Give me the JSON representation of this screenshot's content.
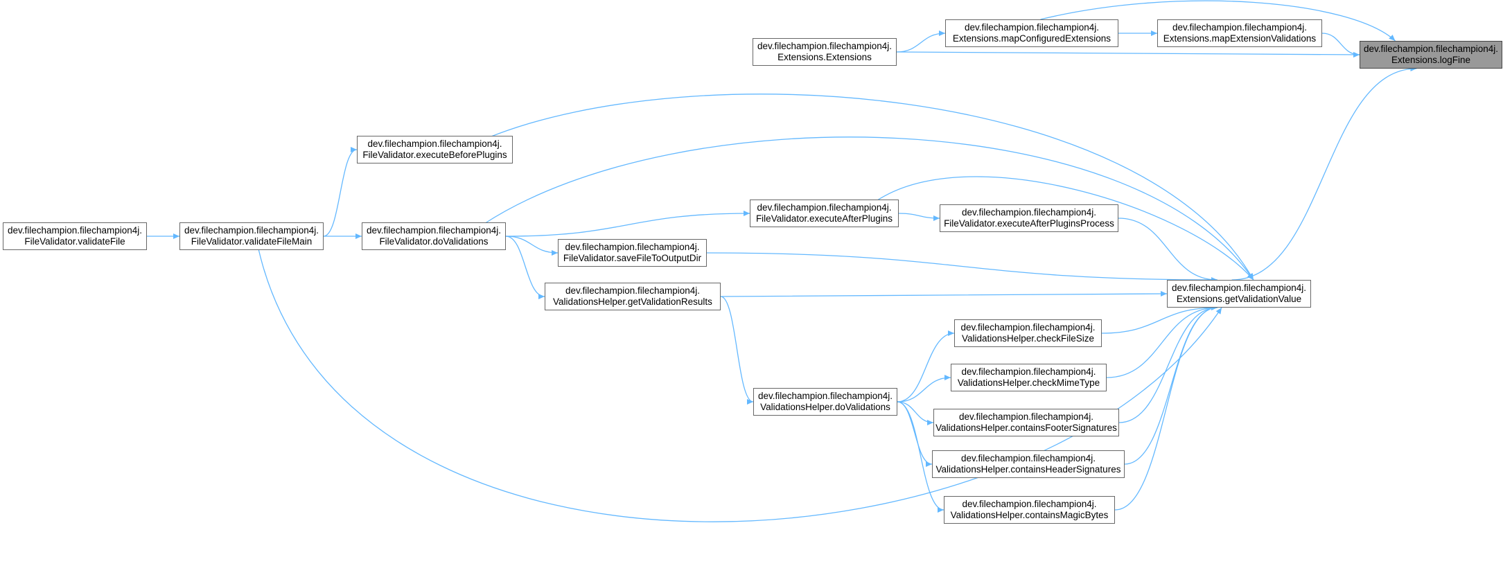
{
  "diagram": {
    "type": "call-graph",
    "colors": {
      "edge": "#63b8ff",
      "node_border": "#666666",
      "highlight_fill": "#999999",
      "text": "#000000"
    },
    "nodes": [
      {
        "id": "n_logFine",
        "line1": "dev.filechampion.filechampion4j.",
        "line2": "Extensions.logFine",
        "highlight": true
      },
      {
        "id": "n_mapExtensionValidations",
        "line1": "dev.filechampion.filechampion4j.",
        "line2": "Extensions.mapExtensionValidations"
      },
      {
        "id": "n_mapConfiguredExtensions",
        "line1": "dev.filechampion.filechampion4j.",
        "line2": "Extensions.mapConfiguredExtensions"
      },
      {
        "id": "n_Extensions",
        "line1": "dev.filechampion.filechampion4j.",
        "line2": "Extensions.Extensions"
      },
      {
        "id": "n_getValidationValue",
        "line1": "dev.filechampion.filechampion4j.",
        "line2": "Extensions.getValidationValue"
      },
      {
        "id": "n_executeBeforePlugins",
        "line1": "dev.filechampion.filechampion4j.",
        "line2": "FileValidator.executeBeforePlugins"
      },
      {
        "id": "n_validateFile",
        "line1": "dev.filechampion.filechampion4j.",
        "line2": "FileValidator.validateFile"
      },
      {
        "id": "n_validateFileMain",
        "line1": "dev.filechampion.filechampion4j.",
        "line2": "FileValidator.validateFileMain"
      },
      {
        "id": "n_fvDoValidations",
        "line1": "dev.filechampion.filechampion4j.",
        "line2": "FileValidator.doValidations"
      },
      {
        "id": "n_executeAfterPlugins",
        "line1": "dev.filechampion.filechampion4j.",
        "line2": "FileValidator.executeAfterPlugins"
      },
      {
        "id": "n_executeAfterPluginsProcess",
        "line1": "dev.filechampion.filechampion4j.",
        "line2": "FileValidator.executeAfterPluginsProcess"
      },
      {
        "id": "n_saveFileToOutputDir",
        "line1": "dev.filechampion.filechampion4j.",
        "line2": "FileValidator.saveFileToOutputDir"
      },
      {
        "id": "n_getValidationResults",
        "line1": "dev.filechampion.filechampion4j.",
        "line2": "ValidationsHelper.getValidationResults"
      },
      {
        "id": "n_vhDoValidations",
        "line1": "dev.filechampion.filechampion4j.",
        "line2": "ValidationsHelper.doValidations"
      },
      {
        "id": "n_checkFileSize",
        "line1": "dev.filechampion.filechampion4j.",
        "line2": "ValidationsHelper.checkFileSize"
      },
      {
        "id": "n_checkMimeType",
        "line1": "dev.filechampion.filechampion4j.",
        "line2": "ValidationsHelper.checkMimeType"
      },
      {
        "id": "n_containsFooterSignatures",
        "line1": "dev.filechampion.filechampion4j.",
        "line2": "ValidationsHelper.containsFooterSignatures"
      },
      {
        "id": "n_containsHeaderSignatures",
        "line1": "dev.filechampion.filechampion4j.",
        "line2": "ValidationsHelper.containsHeaderSignatures"
      },
      {
        "id": "n_containsMagicBytes",
        "line1": "dev.filechampion.filechampion4j.",
        "line2": "ValidationsHelper.containsMagicBytes"
      }
    ],
    "edges": [
      {
        "from": "n_mapExtensionValidations",
        "to": "n_logFine"
      },
      {
        "from": "n_mapConfiguredExtensions",
        "to": "n_logFine"
      },
      {
        "from": "n_Extensions",
        "to": "n_logFine"
      },
      {
        "from": "n_getValidationValue",
        "to": "n_logFine"
      },
      {
        "from": "n_mapConfiguredExtensions",
        "to": "n_mapExtensionValidations"
      },
      {
        "from": "n_Extensions",
        "to": "n_mapConfiguredExtensions"
      },
      {
        "from": "n_executeBeforePlugins",
        "to": "n_getValidationValue"
      },
      {
        "from": "n_fvDoValidations",
        "to": "n_getValidationValue"
      },
      {
        "from": "n_executeAfterPlugins",
        "to": "n_getValidationValue"
      },
      {
        "from": "n_executeAfterPluginsProcess",
        "to": "n_getValidationValue"
      },
      {
        "from": "n_saveFileToOutputDir",
        "to": "n_getValidationValue"
      },
      {
        "from": "n_getValidationResults",
        "to": "n_getValidationValue"
      },
      {
        "from": "n_checkFileSize",
        "to": "n_getValidationValue"
      },
      {
        "from": "n_checkMimeType",
        "to": "n_getValidationValue"
      },
      {
        "from": "n_containsFooterSignatures",
        "to": "n_getValidationValue"
      },
      {
        "from": "n_containsHeaderSignatures",
        "to": "n_getValidationValue"
      },
      {
        "from": "n_containsMagicBytes",
        "to": "n_getValidationValue"
      },
      {
        "from": "n_validateFileMain",
        "to": "n_getValidationValue"
      },
      {
        "from": "n_validateFile",
        "to": "n_validateFileMain"
      },
      {
        "from": "n_validateFileMain",
        "to": "n_executeBeforePlugins"
      },
      {
        "from": "n_validateFileMain",
        "to": "n_fvDoValidations"
      },
      {
        "from": "n_fvDoValidations",
        "to": "n_executeAfterPlugins"
      },
      {
        "from": "n_fvDoValidations",
        "to": "n_saveFileToOutputDir"
      },
      {
        "from": "n_fvDoValidations",
        "to": "n_getValidationResults"
      },
      {
        "from": "n_executeAfterPlugins",
        "to": "n_executeAfterPluginsProcess"
      },
      {
        "from": "n_getValidationResults",
        "to": "n_vhDoValidations"
      },
      {
        "from": "n_vhDoValidations",
        "to": "n_checkFileSize"
      },
      {
        "from": "n_vhDoValidations",
        "to": "n_checkMimeType"
      },
      {
        "from": "n_vhDoValidations",
        "to": "n_containsFooterSignatures"
      },
      {
        "from": "n_vhDoValidations",
        "to": "n_containsHeaderSignatures"
      },
      {
        "from": "n_vhDoValidations",
        "to": "n_containsMagicBytes"
      }
    ]
  }
}
